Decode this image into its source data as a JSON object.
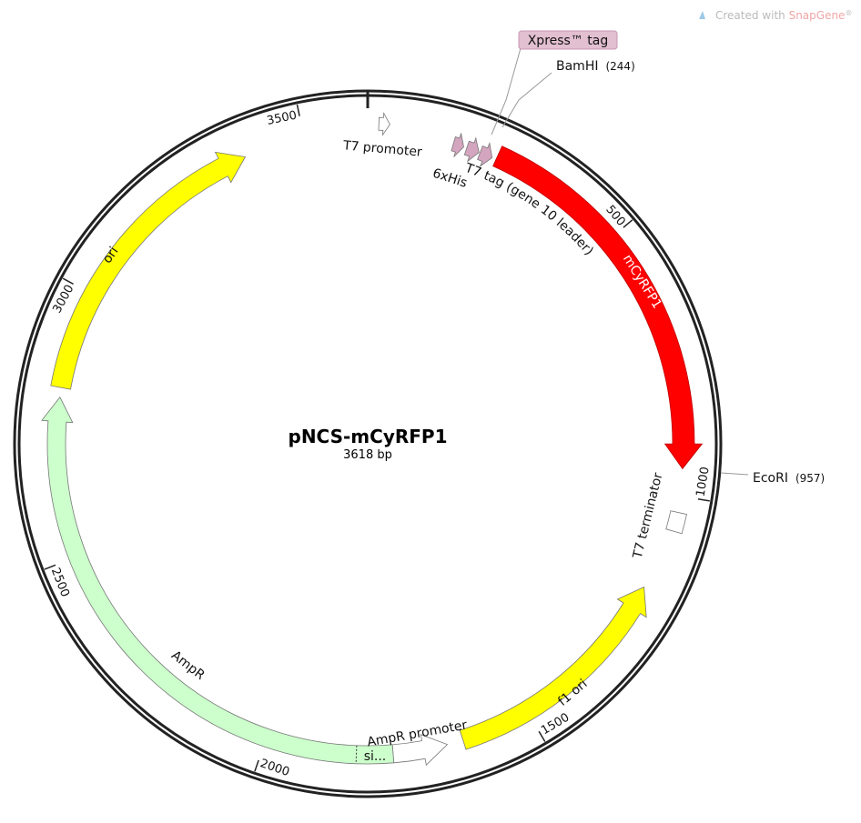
{
  "watermark": {
    "prefix": "Created with ",
    "brand": "SnapGene",
    "suffix": "®"
  },
  "plasmid": {
    "name": "pNCS-mCyRFP1",
    "length_label": "3618 bp",
    "length_bp": 3618
  },
  "ticks": [
    {
      "bp": 500,
      "label": "500"
    },
    {
      "bp": 1000,
      "label": "1000"
    },
    {
      "bp": 1500,
      "label": "1500"
    },
    {
      "bp": 2000,
      "label": "2000"
    },
    {
      "bp": 2500,
      "label": "2500"
    },
    {
      "bp": 3000,
      "label": "3000"
    },
    {
      "bp": 3500,
      "label": "3500"
    }
  ],
  "features": [
    {
      "name": "T7 promoter",
      "start": 20,
      "end": 40,
      "direction": 1,
      "color": "#ffffff"
    },
    {
      "name": "6xHis",
      "start": 160,
      "end": 180,
      "direction": 1,
      "color": "#d3a5bf"
    },
    {
      "name": "Xpress™ tag",
      "start": 186,
      "end": 210,
      "direction": 1,
      "color": "#d3a5bf"
    },
    {
      "name": "T7 tag (gene 10 leader)",
      "start": 212,
      "end": 236,
      "direction": 1,
      "color": "#d3a5bf"
    },
    {
      "name": "mCyRFP1",
      "start": 244,
      "end": 950,
      "direction": 1,
      "color": "#ff0000"
    },
    {
      "name": "T7 terminator",
      "start": 1030,
      "end": 1065,
      "direction": 0,
      "color": "#ffffff"
    },
    {
      "name": "f1 ori",
      "start": 1180,
      "end": 1630,
      "direction": -1,
      "color": "#ffff00"
    },
    {
      "name": "AmpR promoter",
      "start": 1660,
      "end": 1762,
      "direction": -1,
      "color": "#ffffff"
    },
    {
      "name": "AmpR",
      "start": 1762,
      "end": 2800,
      "direction": 1,
      "color": "#ccffcc"
    },
    {
      "name": "ori",
      "start": 2818,
      "end": 3386,
      "direction": 1,
      "color": "#ffff00"
    }
  ],
  "signal_sequence": {
    "label": "si...",
    "start": 1762,
    "end": 1830
  },
  "sites": [
    {
      "name": "BamHI",
      "position": "(244)"
    },
    {
      "name": "EcoRI",
      "position": "(957)"
    }
  ],
  "labels": {
    "t7_promoter": "T7 promoter",
    "his": "6xHis",
    "xpress": "Xpress™ tag",
    "t7_tag": "T7 tag (gene 10 leader)",
    "mcyrfp1": "mCyRFP1",
    "t7_terminator": "T7 terminator",
    "f1_ori": "f1 ori",
    "ampr_promoter": "AmpR promoter",
    "ampr": "AmpR",
    "ori": "ori"
  }
}
